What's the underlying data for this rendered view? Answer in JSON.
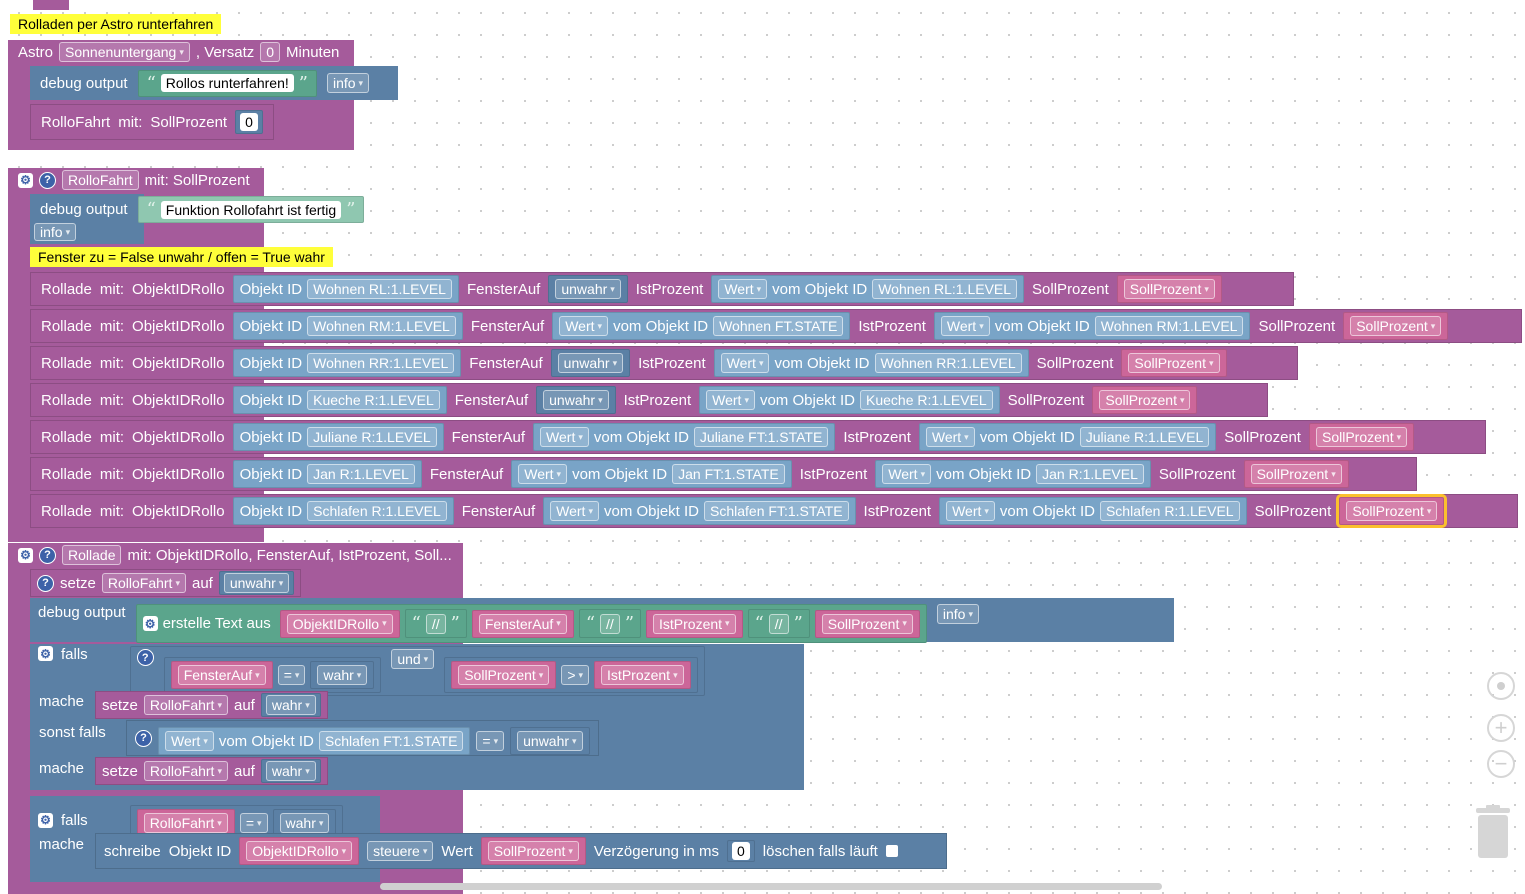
{
  "comment_astro": "Rolladen per Astro runterfahren",
  "astro": {
    "label": "Astro",
    "event": "Sonnenuntergang",
    "offset_label": ", Versatz",
    "offset": "0",
    "unit": "Minuten"
  },
  "debug1": {
    "label": "debug output",
    "text": "Rollos runterfahren!",
    "level": "info"
  },
  "call1": {
    "name": "RolloFahrt",
    "mit": "mit:",
    "param": "SollProzent",
    "value": "0"
  },
  "func1": {
    "name": "RolloFahrt",
    "sig": "mit: SollProzent"
  },
  "debug2": {
    "label": "debug output",
    "text": "Funktion Rollofahrt ist fertig",
    "level": "info"
  },
  "comment_fenster": "Fenster zu = False unwahr / offen = True wahr",
  "labels": {
    "rollade": "Rollade",
    "mit": "mit:",
    "objid_param": "ObjektIDRollo",
    "objektid": "Objekt ID",
    "fensterauf": "FensterAuf",
    "istprozent": "IstProzent",
    "sollprozent": "SollProzent",
    "wert": "Wert",
    "vom_objekt_id": "vom Objekt ID"
  },
  "rollade_rows": [
    {
      "oid": "Wohnen RL:1.LEVEL",
      "fenster_type": "bool",
      "fenster_bool": "unwahr",
      "fenster_obj": "",
      "ist_obj": "Wohnen RL:1.LEVEL",
      "soll": "SollProzent"
    },
    {
      "oid": "Wohnen RM:1.LEVEL",
      "fenster_type": "obj",
      "fenster_bool": "",
      "fenster_obj": "Wohnen FT.STATE",
      "ist_obj": "Wohnen RM:1.LEVEL",
      "soll": "SollProzent"
    },
    {
      "oid": "Wohnen RR:1.LEVEL",
      "fenster_type": "bool",
      "fenster_bool": "unwahr",
      "fenster_obj": "",
      "ist_obj": "Wohnen RR:1.LEVEL",
      "soll": "SollProzent"
    },
    {
      "oid": "Kueche R:1.LEVEL",
      "fenster_type": "bool",
      "fenster_bool": "unwahr",
      "fenster_obj": "",
      "ist_obj": "Kueche R:1.LEVEL",
      "soll": "SollProzent"
    },
    {
      "oid": "Juliane R:1.LEVEL",
      "fenster_type": "obj",
      "fenster_bool": "",
      "fenster_obj": "Juliane FT:1.STATE",
      "ist_obj": "Juliane R:1.LEVEL",
      "soll": "SollProzent"
    },
    {
      "oid": "Jan R:1.LEVEL",
      "fenster_type": "obj",
      "fenster_bool": "",
      "fenster_obj": "Jan FT:1.STATE",
      "ist_obj": "Jan R:1.LEVEL",
      "soll": "SollProzent"
    },
    {
      "oid": "Schlafen R:1.LEVEL",
      "fenster_type": "obj",
      "fenster_bool": "",
      "fenster_obj": "Schlafen FT:1.STATE",
      "ist_obj": "Schlafen R:1.LEVEL",
      "soll": "SollProzent"
    }
  ],
  "func2": {
    "name": "Rollade",
    "sig": "mit: ObjektIDRollo, FensterAuf, IstProzent, Soll..."
  },
  "setze1": {
    "label": "setze",
    "var": "RolloFahrt",
    "auf": "auf",
    "value": "unwahr"
  },
  "debug3": {
    "label": "debug output",
    "create": "erstelle Text aus",
    "a": "ObjektIDRollo",
    "sep": "//",
    "b": "FensterAuf",
    "c": "IstProzent",
    "d": "SollProzent",
    "level": "info"
  },
  "if1": {
    "falls": "falls",
    "var": "FensterAuf",
    "op": "=",
    "val": "wahr",
    "und": "und",
    "left": "SollProzent",
    "cmp": ">",
    "right": "IstProzent",
    "mache": "mache",
    "set_label": "setze",
    "set_var": "RolloFahrt",
    "set_auf": "auf",
    "set_val": "wahr"
  },
  "elseif": {
    "label": "sonst falls",
    "wert": "Wert",
    "vom": "vom Objekt ID",
    "obj": "Schlafen FT:1.STATE",
    "op": "=",
    "val": "unwahr",
    "mache": "mache",
    "set_label": "setze",
    "set_var": "RolloFahrt",
    "set_auf": "auf",
    "set_val": "wahr"
  },
  "if2": {
    "falls": "falls",
    "var": "RolloFahrt",
    "op": "=",
    "val": "wahr",
    "mache": "mache"
  },
  "write": {
    "label": "schreibe",
    "objid": "Objekt ID",
    "var": "ObjektIDRollo",
    "mode": "steuere",
    "wert": "Wert",
    "value": "SollProzent",
    "delay_label": "Verzögerung in ms",
    "delay": "0",
    "clear_label": "löschen falls läuft"
  },
  "icons": [
    "gear-icon",
    "help-icon",
    "target-icon",
    "zoom-in-icon",
    "zoom-out-icon",
    "trash-icon"
  ]
}
